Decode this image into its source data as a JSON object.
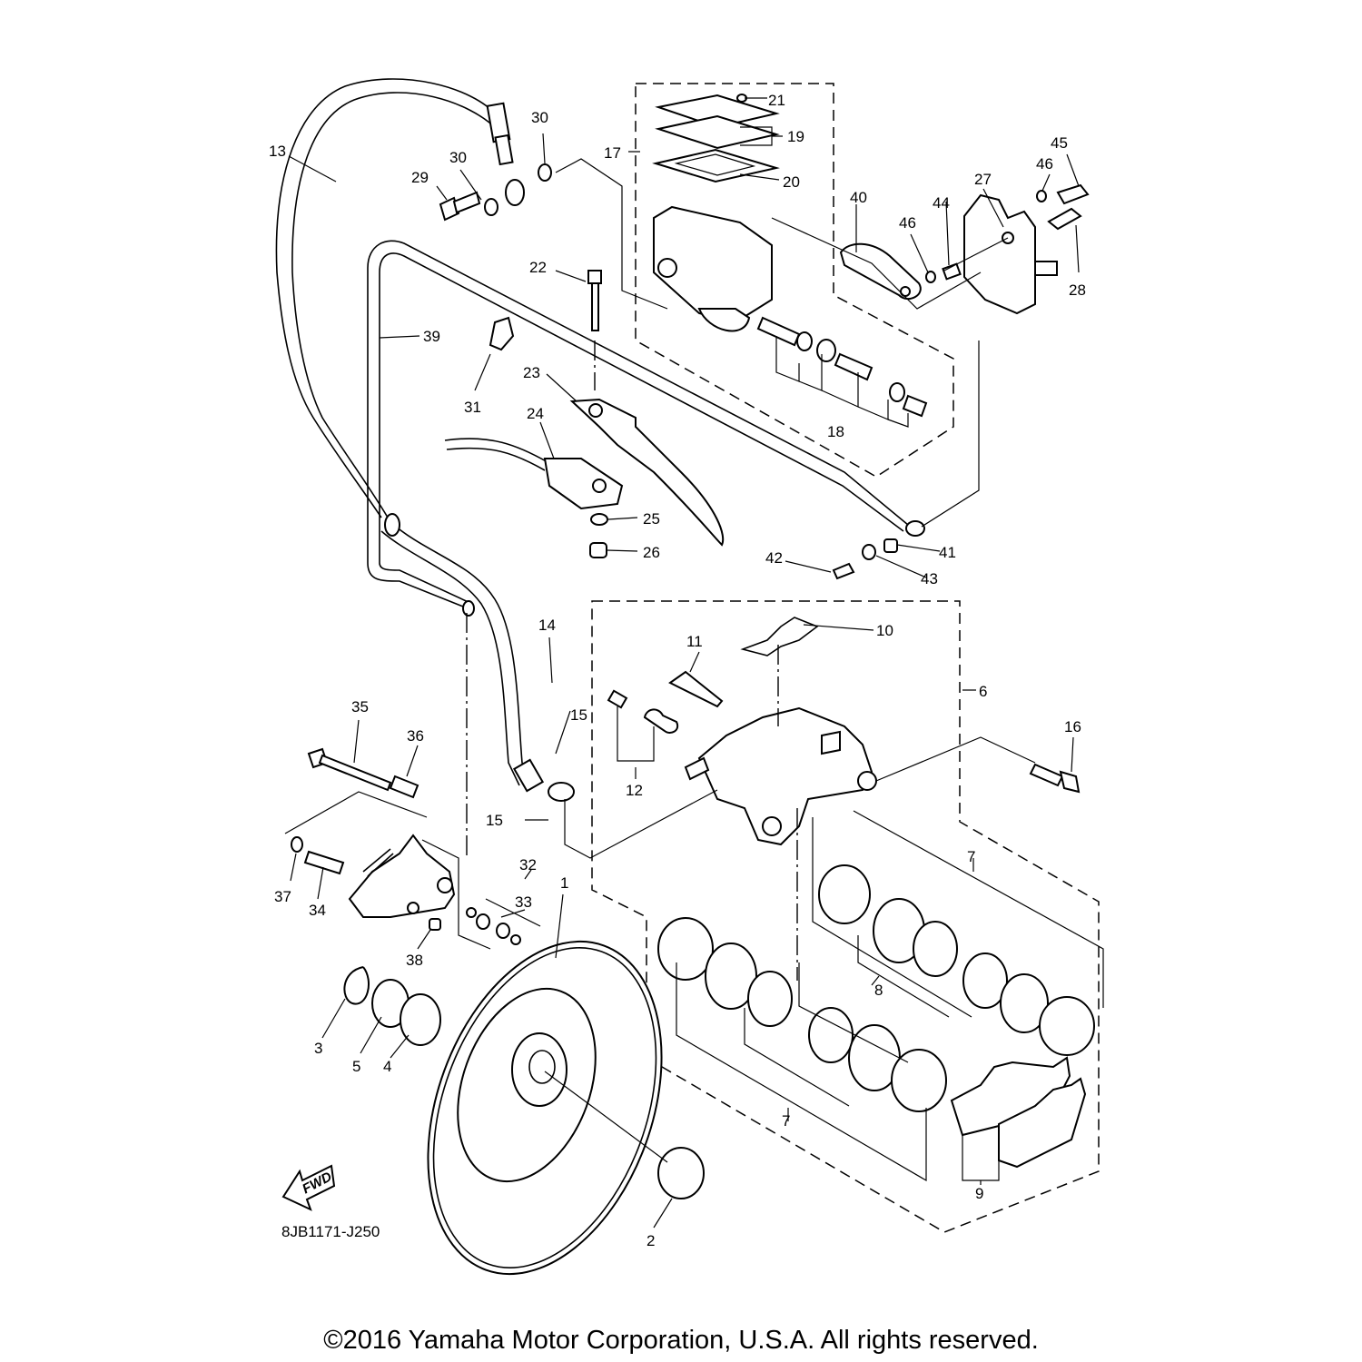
{
  "diagram": {
    "title": "Brake system exploded parts diagram",
    "diagram_code": "8JB1171-J250",
    "forward_indicator": "FWD",
    "copyright": "©2016 Yamaha Motor Corporation, U.S.A. All rights reserved.",
    "callouts": [
      {
        "id": "c1",
        "label": "1"
      },
      {
        "id": "c2",
        "label": "2"
      },
      {
        "id": "c3",
        "label": "3"
      },
      {
        "id": "c4",
        "label": "4"
      },
      {
        "id": "c5",
        "label": "5"
      },
      {
        "id": "c6",
        "label": "6"
      },
      {
        "id": "c7a",
        "label": "7"
      },
      {
        "id": "c7b",
        "label": "7"
      },
      {
        "id": "c8",
        "label": "8"
      },
      {
        "id": "c9",
        "label": "9"
      },
      {
        "id": "c10",
        "label": "10"
      },
      {
        "id": "c11",
        "label": "11"
      },
      {
        "id": "c12",
        "label": "12"
      },
      {
        "id": "c13",
        "label": "13"
      },
      {
        "id": "c14",
        "label": "14"
      },
      {
        "id": "c15a",
        "label": "15"
      },
      {
        "id": "c15b",
        "label": "15"
      },
      {
        "id": "c16",
        "label": "16"
      },
      {
        "id": "c17",
        "label": "17"
      },
      {
        "id": "c18",
        "label": "18"
      },
      {
        "id": "c19",
        "label": "19"
      },
      {
        "id": "c20",
        "label": "20"
      },
      {
        "id": "c21",
        "label": "21"
      },
      {
        "id": "c22",
        "label": "22"
      },
      {
        "id": "c23",
        "label": "23"
      },
      {
        "id": "c24",
        "label": "24"
      },
      {
        "id": "c25",
        "label": "25"
      },
      {
        "id": "c26",
        "label": "26"
      },
      {
        "id": "c27",
        "label": "27"
      },
      {
        "id": "c28",
        "label": "28"
      },
      {
        "id": "c29",
        "label": "29"
      },
      {
        "id": "c30a",
        "label": "30"
      },
      {
        "id": "c30b",
        "label": "30"
      },
      {
        "id": "c31",
        "label": "31"
      },
      {
        "id": "c32",
        "label": "32"
      },
      {
        "id": "c33",
        "label": "33"
      },
      {
        "id": "c34",
        "label": "34"
      },
      {
        "id": "c35",
        "label": "35"
      },
      {
        "id": "c36",
        "label": "36"
      },
      {
        "id": "c37",
        "label": "37"
      },
      {
        "id": "c38",
        "label": "38"
      },
      {
        "id": "c39",
        "label": "39"
      },
      {
        "id": "c40",
        "label": "40"
      },
      {
        "id": "c41",
        "label": "41"
      },
      {
        "id": "c42",
        "label": "42"
      },
      {
        "id": "c43",
        "label": "43"
      },
      {
        "id": "c44",
        "label": "44"
      },
      {
        "id": "c45",
        "label": "45"
      },
      {
        "id": "c46a",
        "label": "46"
      },
      {
        "id": "c46b",
        "label": "46"
      }
    ]
  }
}
